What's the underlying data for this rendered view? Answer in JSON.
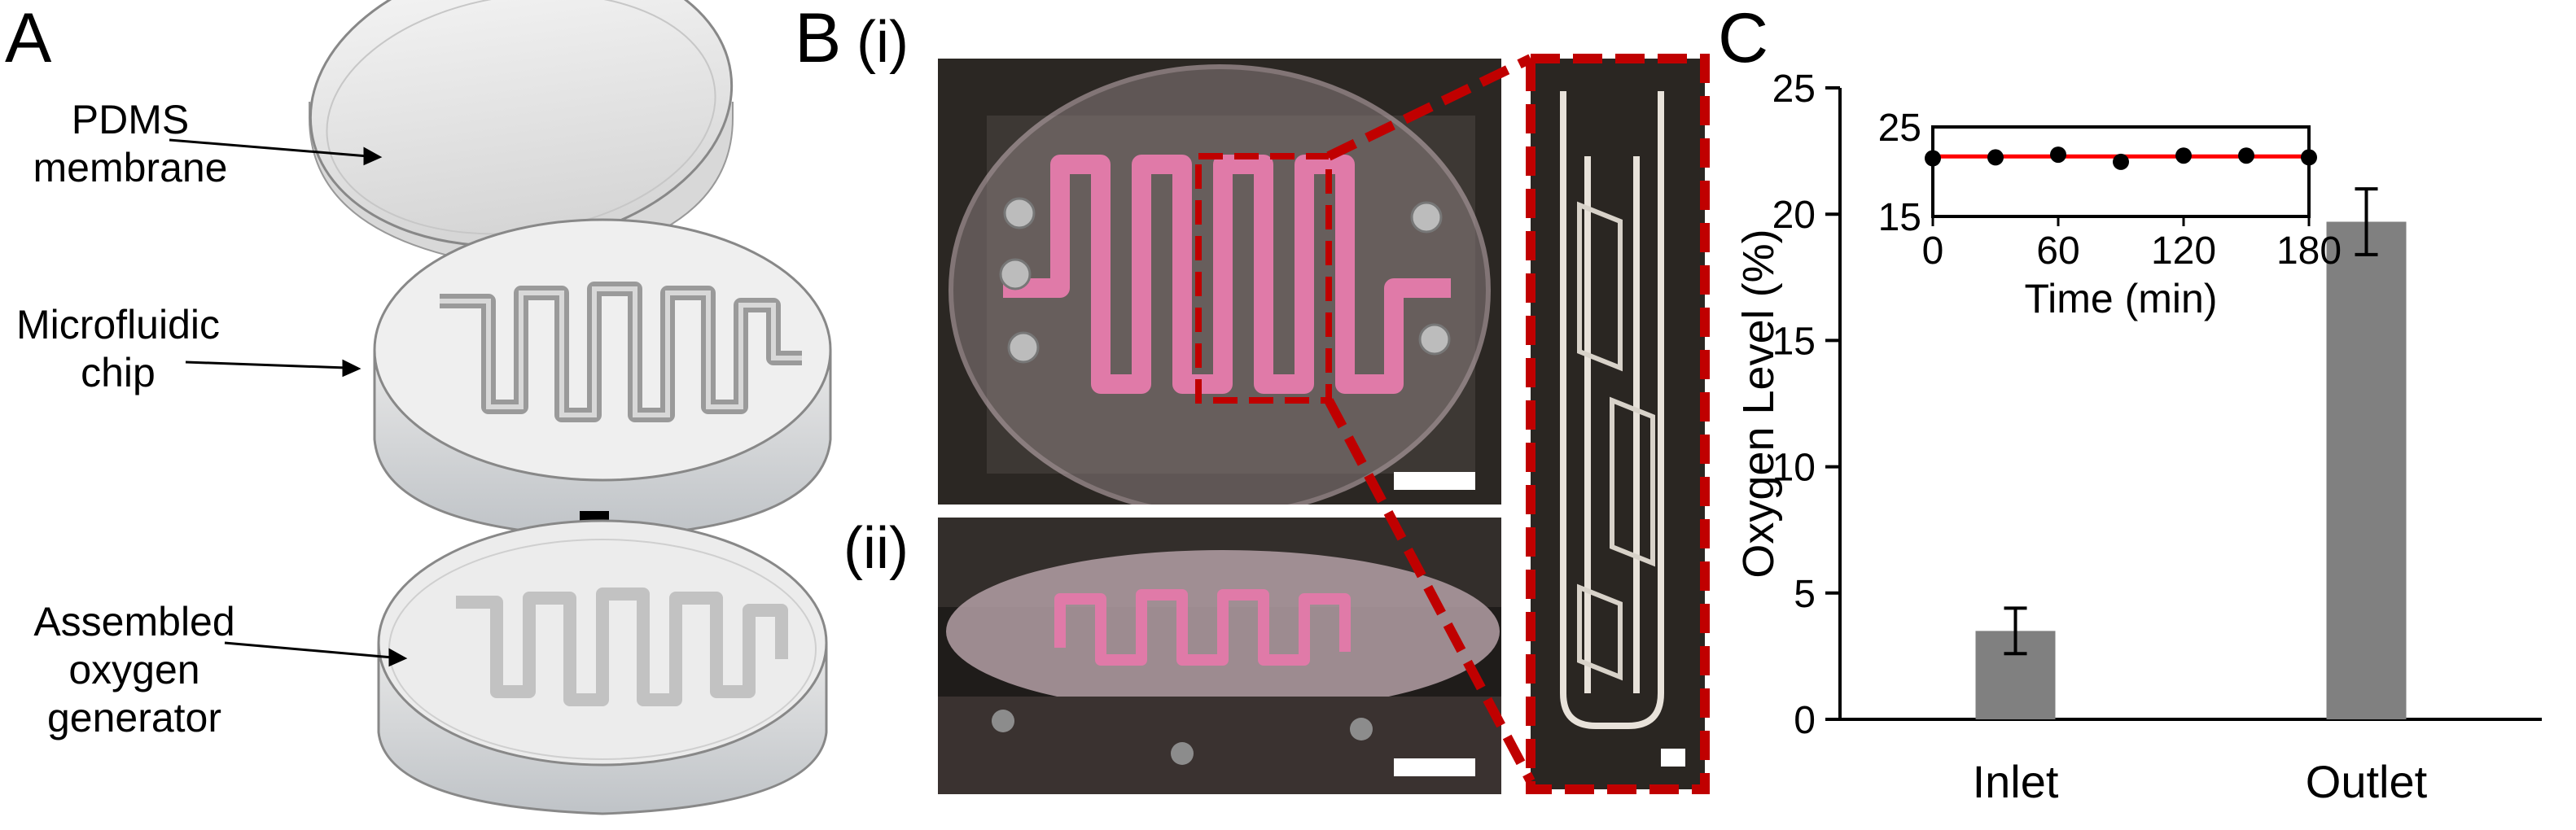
{
  "panels": {
    "a": {
      "letter": "A",
      "labels": {
        "membrane": [
          "PDMS",
          "membrane"
        ],
        "chip": [
          "Microfluidic",
          "chip"
        ],
        "assembled": [
          "Assembled",
          "oxygen",
          "generator"
        ]
      }
    },
    "b": {
      "letter": "B",
      "sub_i": "(i)",
      "sub_ii": "(ii)"
    },
    "c": {
      "letter": "C"
    }
  },
  "chart_data": [
    {
      "type": "bar",
      "categories": [
        "Inlet",
        "Outlet"
      ],
      "values": [
        3.5,
        19.7
      ],
      "errors": [
        0.9,
        1.3
      ],
      "ylabel": "Oxygen Level (%)",
      "ylim": [
        0,
        25
      ],
      "yticks": [
        0,
        5,
        10,
        15,
        20,
        25
      ],
      "bar_color": "#808080",
      "grid": false
    },
    {
      "type": "scatter",
      "xlabel": "Time (min)",
      "x": [
        0,
        30,
        60,
        90,
        120,
        150,
        180
      ],
      "y": [
        21.5,
        21.6,
        21.9,
        21.1,
        21.8,
        21.8,
        21.6
      ],
      "fit_line": {
        "y": 21.7,
        "color": "#ff0000"
      },
      "xticks": [
        0,
        60,
        120,
        180
      ],
      "yticks": [
        15,
        25
      ],
      "ylim": [
        15,
        25
      ],
      "xlim": [
        0,
        180
      ],
      "marker_color": "#000000",
      "grid": false
    }
  ],
  "colors": {
    "channel_pink": "#e07aa8",
    "zoom_box": "#c00000",
    "photo_bg": "#2a2622"
  }
}
